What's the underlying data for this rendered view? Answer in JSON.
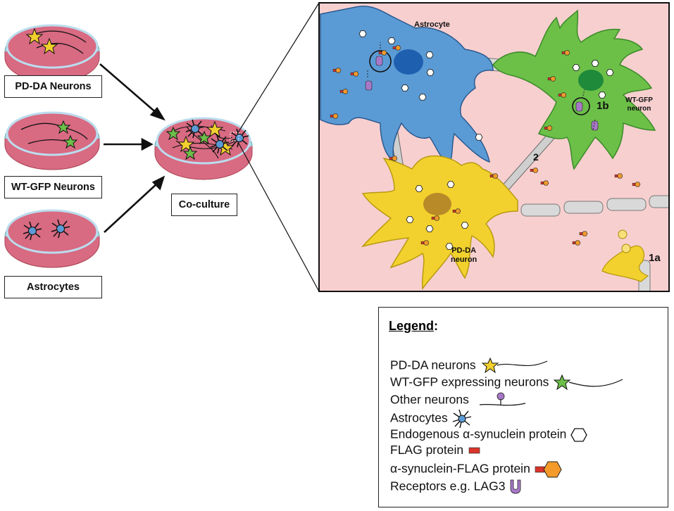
{
  "dishes": {
    "pdda_label": "PD-DA Neurons",
    "wtgfp_label": "WT-GFP Neurons",
    "astro_label": "Astrocytes",
    "coculture_label": "Co-culture"
  },
  "magnified": {
    "astrocyte_label": "Astrocyte",
    "wtgfp_line1": "WT-GFP",
    "wtgfp_line2": "neuron",
    "pdda_line1": "PD-DA",
    "pdda_line2": "neuron",
    "marker_1b": "1b",
    "marker_2": "2",
    "marker_1a": "1a"
  },
  "legend": {
    "title": "Legend",
    "title_suffix": ":",
    "items": [
      "PD-DA neurons",
      "WT-GFP expressing neurons",
      "Other neurons",
      "Astrocytes",
      "Endogenous α-synuclein protein",
      "FLAG protein",
      "α-synuclein-FLAG protein",
      "Receptors e.g. LAG3"
    ]
  },
  "colors": {
    "dish_medium": "#d86a82",
    "dish_rim": "#9fd2e8",
    "bg_pink": "#f8cfcf",
    "astrocyte": "#5b9bd5",
    "astro_nucleus": "#1f5fb0",
    "wtgfp": "#6cc048",
    "wtgfp_nucleus": "#1e8a3a",
    "pdda": "#f2d12e",
    "pdda_nucleus": "#b88a28",
    "asyn_flag": "#f39a2b",
    "flag": "#d9352b",
    "receptor": "#a878c8",
    "axon": "#d9d9d9"
  }
}
